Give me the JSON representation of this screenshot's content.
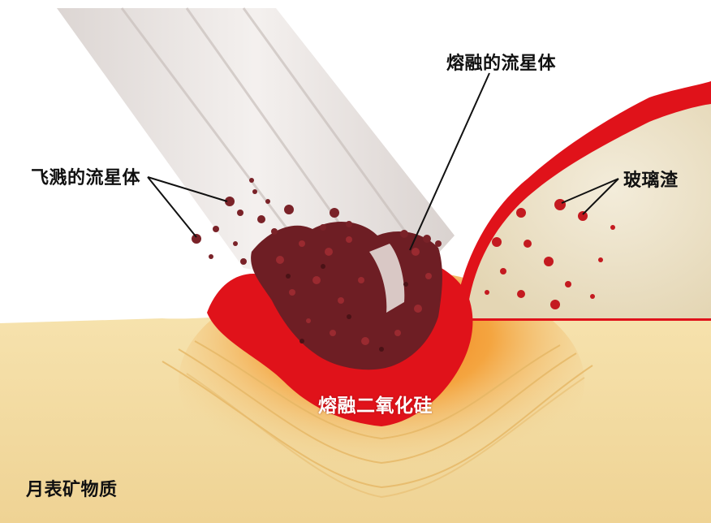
{
  "labels": {
    "splash": "飞溅的流星体",
    "molten_meteoroid": "熔融的流星体",
    "glass_slag": "玻璃渣",
    "molten_silica": "熔融二氧化硅",
    "lunar_material": "月表矿物质"
  },
  "colors": {
    "lunar_surface": "#f2d9a0",
    "melt_red": "#e0121a",
    "meteoroid_dark": "#6e1e24",
    "glass_slag": "#eee5cf",
    "impact_trail": "#e8e2df",
    "label_text": "#111111",
    "label_on_red": "#ffffff"
  }
}
